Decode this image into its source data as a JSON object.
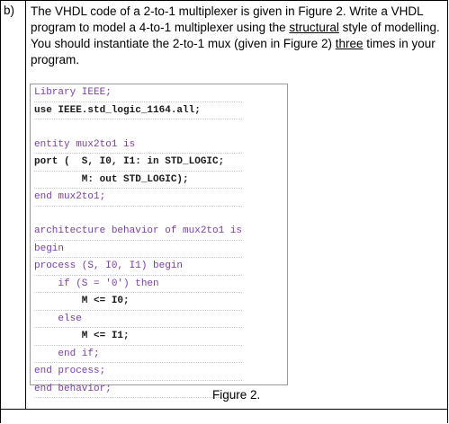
{
  "question": {
    "label": "b)",
    "text_1": "The VHDL code of a 2-to-1 multiplexer is given in Figure 2. Write a VHDL program to model a 4-to-1 multiplexer using the ",
    "underlined_1": "structural",
    "text_2": " style of modelling. You should instantiate the 2-to-1 mux (given in Figure 2) ",
    "underlined_2": "three",
    "text_3": " times in your program."
  },
  "code": {
    "line_01": "Library IEEE;",
    "line_02": "use IEEE.std_logic_1164.all;",
    "line_03": "",
    "line_04": "entity mux2to1 is",
    "line_05": "port (  S, I0, I1: in STD_LOGIC;",
    "line_06": "        M: out STD_LOGIC);",
    "line_07": "end mux2to1;",
    "line_08": "",
    "line_09": "architecture behavior of mux2to1 is",
    "line_10": "begin",
    "line_11": "process (S, I0, I1) begin",
    "line_12": "    if (S = '0') then",
    "line_13": "        M <= I0;",
    "line_14": "    else",
    "line_15": "        M <= I1;",
    "line_16": "    end if;",
    "line_17": "end process;",
    "line_18": "end behavior;"
  },
  "caption": "Figure 2."
}
